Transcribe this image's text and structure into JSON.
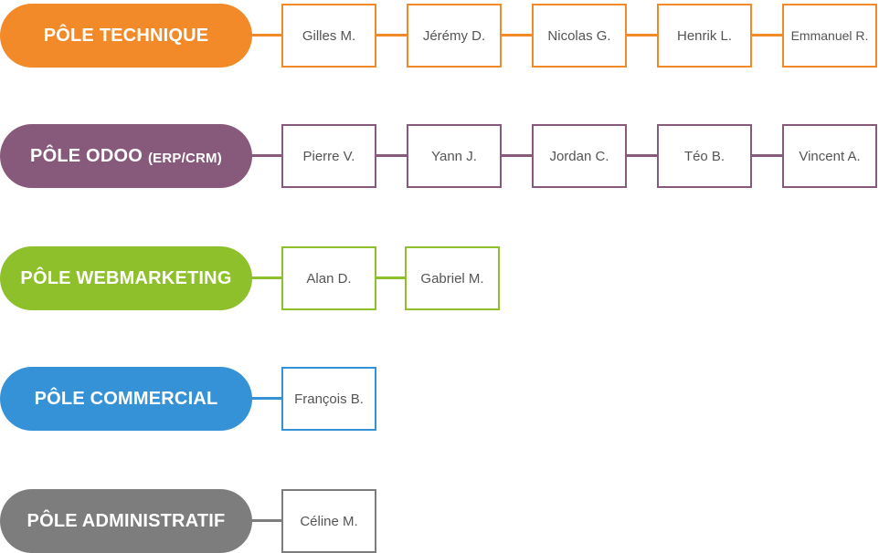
{
  "colors": {
    "technique": "#f28a2a",
    "odoo": "#875a7b",
    "webmarketing": "#8dc02b",
    "commercial": "#3592d6",
    "administratif": "#7d7d7d"
  },
  "poles": [
    {
      "key": "technique",
      "label": "PÔLE TECHNIQUE",
      "suffix": "",
      "members": [
        "Gilles M.",
        "Jérémy D.",
        "Nicolas G.",
        "Henrik L.",
        "Emmanuel R."
      ]
    },
    {
      "key": "odoo",
      "label": "PÔLE ODOO",
      "suffix": "(ERP/CRM)",
      "members": [
        "Pierre V.",
        "Yann J.",
        "Jordan C.",
        "Téo B.",
        "Vincent A."
      ]
    },
    {
      "key": "webmarketing",
      "label": "PÔLE WEBMARKETING",
      "suffix": "",
      "members": [
        "Alan D.",
        "Gabriel M."
      ]
    },
    {
      "key": "commercial",
      "label": "PÔLE COMMERCIAL",
      "suffix": "",
      "members": [
        "François B."
      ]
    },
    {
      "key": "administratif",
      "label": "PÔLE ADMINISTRATIF",
      "suffix": "",
      "members": [
        "Céline M."
      ]
    }
  ]
}
